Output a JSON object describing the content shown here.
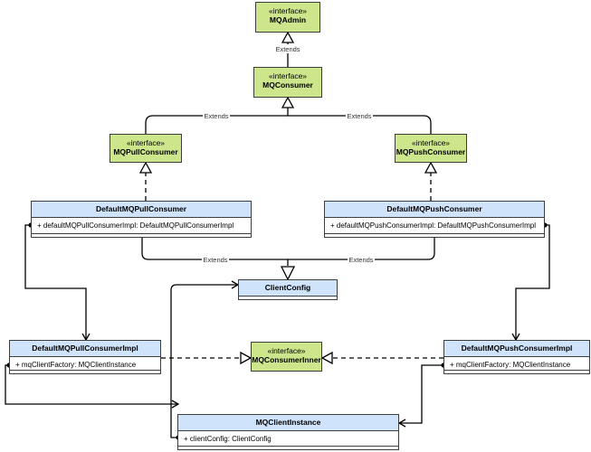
{
  "stereotype": "«interface»",
  "interfaces": {
    "mqadmin": "MQAdmin",
    "mqconsumer": "MQConsumer",
    "mqpullconsumer": "MQPullConsumer",
    "mqpushconsumer": "MQPushConsumer",
    "mqconsumerinner": "MQConsumerInner"
  },
  "classes": {
    "default_pull_consumer": {
      "name": "DefaultMQPullConsumer",
      "field": "+ defaultMQPullConsumerImpl: DefaultMQPullConsumerImpl"
    },
    "default_push_consumer": {
      "name": "DefaultMQPushConsumer",
      "field": "+ defaultMQPushConsumerImpl: DefaultMQPushConsumerImpl"
    },
    "client_config": {
      "name": "ClientConfig"
    },
    "pull_consumer_impl": {
      "name": "DefaultMQPullConsumerImpl",
      "field": "+ mqClientFactory: MQClientInstance"
    },
    "push_consumer_impl": {
      "name": "DefaultMQPushConsumerImpl",
      "field": "+ mqClientFactory: MQClientInstance"
    },
    "client_instance": {
      "name": "MQClientInstance",
      "field": "+ clientConfig: ClientConfig"
    }
  },
  "edge_labels": {
    "extends": "Extends"
  },
  "colors": {
    "interface_fill": "#cde68c",
    "class_header_fill": "#cfe3fb",
    "line": "#000000"
  }
}
